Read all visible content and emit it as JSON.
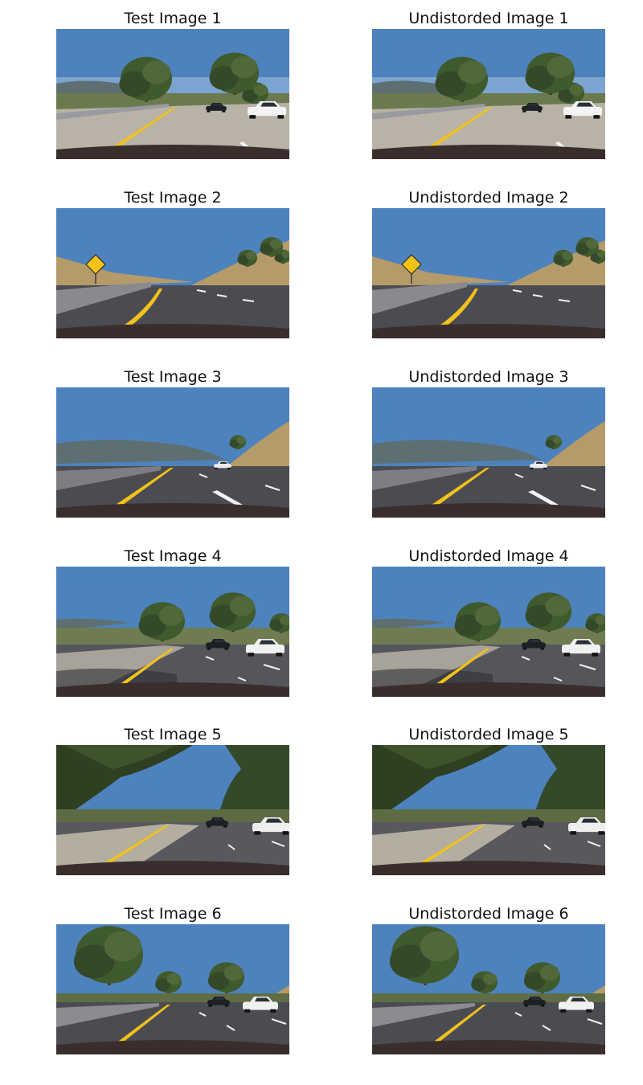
{
  "figure": {
    "panels": [
      {
        "title": "Test Image 1",
        "scene": "highway-overpass-trees-white-car",
        "kind": "original"
      },
      {
        "title": "Undistorded Image 1",
        "scene": "highway-overpass-trees-white-car",
        "kind": "undistorted"
      },
      {
        "title": "Test Image 2",
        "scene": "highway-curve-deer-sign",
        "kind": "original"
      },
      {
        "title": "Undistorded Image 2",
        "scene": "highway-curve-deer-sign",
        "kind": "undistorted"
      },
      {
        "title": "Test Image 3",
        "scene": "highway-hills-dry-grass",
        "kind": "original"
      },
      {
        "title": "Undistorded Image 3",
        "scene": "highway-hills-dry-grass",
        "kind": "undistorted"
      },
      {
        "title": "Test Image 4",
        "scene": "highway-shadows-trees-cars",
        "kind": "original"
      },
      {
        "title": "Undistorded Image 4",
        "scene": "highway-shadows-trees-cars",
        "kind": "undistorted"
      },
      {
        "title": "Test Image 5",
        "scene": "highway-tree-canopy-cars",
        "kind": "original"
      },
      {
        "title": "Undistorded Image 5",
        "scene": "highway-tree-canopy-cars",
        "kind": "undistorted"
      },
      {
        "title": "Test Image 6",
        "scene": "highway-shadows-left-tree-cars",
        "kind": "original"
      },
      {
        "title": "Undistorded Image 6",
        "scene": "highway-shadows-left-tree-cars",
        "kind": "undistorted"
      }
    ],
    "colors": {
      "sky": "#4d82bd",
      "sky_horizon": "#a9c7e3",
      "road": "#4b4b52",
      "concrete": "#b9b3a7",
      "lane_yellow": "#f2c21b",
      "lane_white": "#f2f2f2",
      "tree": "#3f5a2c",
      "hills": "#5e6f73",
      "dry_grass": "#b59a6a"
    }
  }
}
